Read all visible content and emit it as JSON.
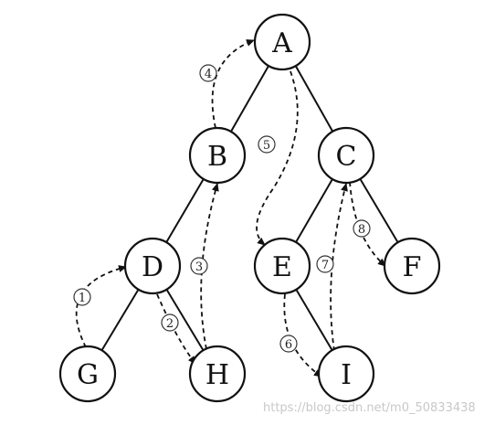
{
  "nodes": [
    "A",
    "B",
    "C",
    "D",
    "E",
    "F",
    "G",
    "H",
    "I"
  ],
  "edges": [
    [
      "A",
      "B"
    ],
    [
      "A",
      "C"
    ],
    [
      "B",
      "D"
    ],
    [
      "C",
      "E"
    ],
    [
      "C",
      "F"
    ],
    [
      "D",
      "G"
    ],
    [
      "D",
      "H"
    ],
    [
      "E",
      "I"
    ]
  ],
  "traversal_steps": [
    {
      "label": "1",
      "from": "G",
      "to": "D"
    },
    {
      "label": "2",
      "from": "D",
      "to": "H"
    },
    {
      "label": "3",
      "from": "H",
      "to": "B"
    },
    {
      "label": "4",
      "from": "B",
      "to": "A"
    },
    {
      "label": "5",
      "from": "A",
      "to": "E"
    },
    {
      "label": "6",
      "from": "E",
      "to": "I"
    },
    {
      "label": "7",
      "from": "I",
      "to": "C"
    },
    {
      "label": "8",
      "from": "C",
      "to": "F"
    }
  ],
  "watermark": "https://blog.csdn.net/m0_50833438"
}
